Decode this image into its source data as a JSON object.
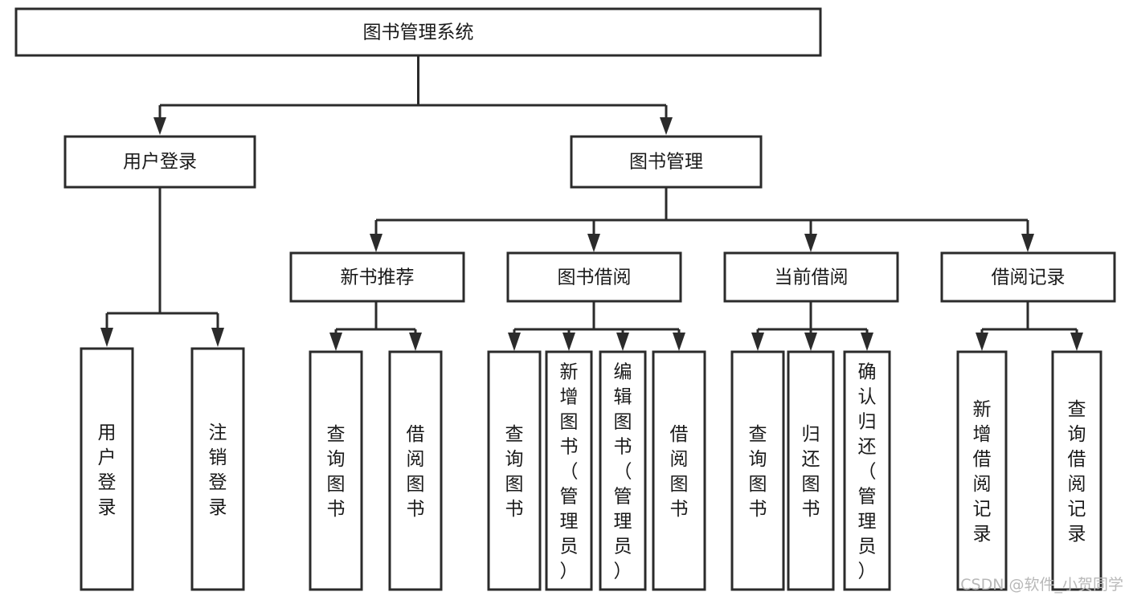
{
  "diagram": {
    "title": "图书管理系统",
    "type": "tree-hierarchy-diagram",
    "colors": {
      "box_stroke": "#2b2b2b",
      "box_fill": "#ffffff",
      "text": "#1a1a1a",
      "background": "#ffffff",
      "watermark": "#b8b8b8"
    },
    "root": {
      "label": "图书管理系统"
    },
    "level2": [
      {
        "label": "用户登录"
      },
      {
        "label": "图书管理"
      }
    ],
    "level3": [
      {
        "label": "新书推荐"
      },
      {
        "label": "图书借阅"
      },
      {
        "label": "当前借阅"
      },
      {
        "label": "借阅记录"
      }
    ],
    "leaves_user_login": [
      {
        "label": "用户登录"
      },
      {
        "label": "注销登录"
      }
    ],
    "leaves_new_books": [
      {
        "label": "查询图书"
      },
      {
        "label": "借阅图书"
      }
    ],
    "leaves_borrow": [
      {
        "label": "查询图书"
      },
      {
        "label": "新增图书（管理员）"
      },
      {
        "label": "编辑图书（管理员）"
      },
      {
        "label": "借阅图书"
      }
    ],
    "leaves_current": [
      {
        "label": "查询图书"
      },
      {
        "label": "归还图书"
      },
      {
        "label": "确认归还（管理员）"
      }
    ],
    "leaves_records": [
      {
        "label": "新增借阅记录"
      },
      {
        "label": "查询借阅记录"
      }
    ]
  },
  "watermark": {
    "text": "CSDN @软件_小贺同学"
  }
}
